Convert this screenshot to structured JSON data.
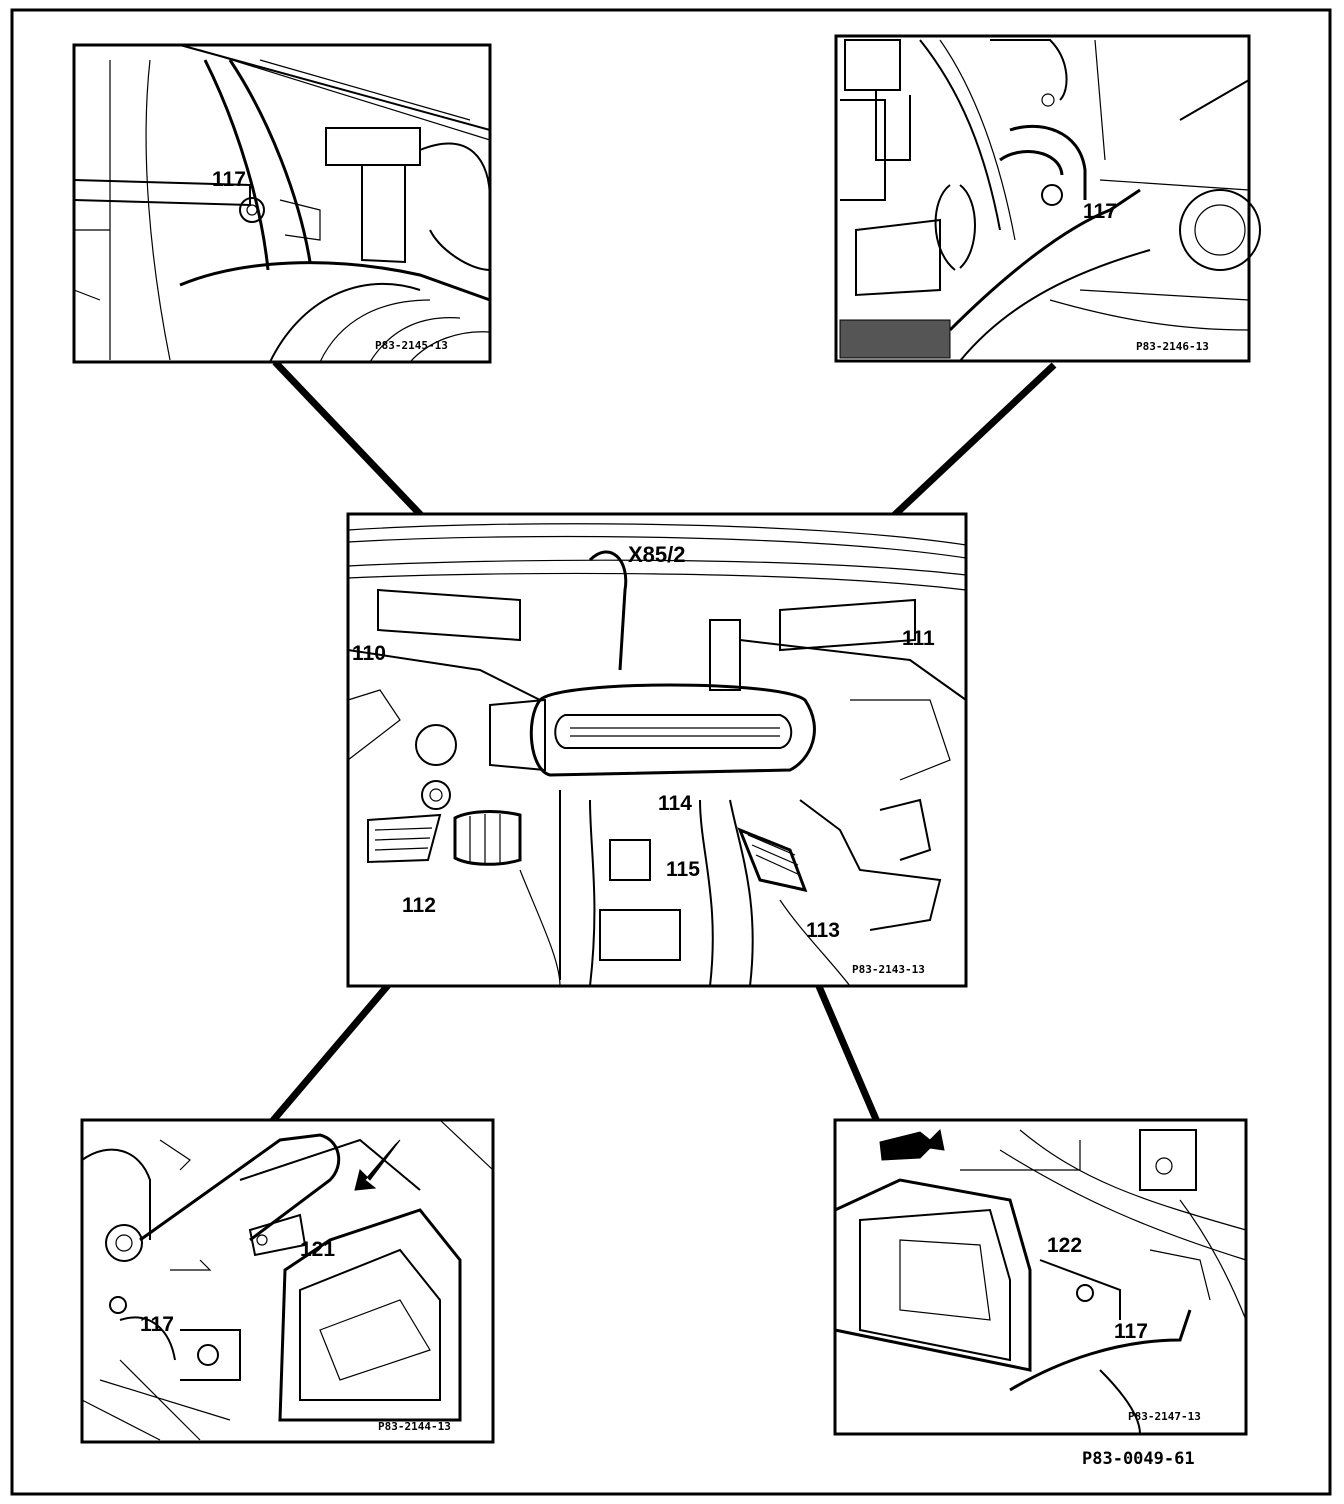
{
  "figure_code": "P83-0049-61",
  "panels": {
    "top_left": {
      "code": "P83-2145-13",
      "callouts": [
        "117"
      ]
    },
    "top_right": {
      "code": "P83-2146-13",
      "callouts": [
        "117"
      ]
    },
    "center": {
      "code": "P83-2143-13",
      "callouts": [
        "X85/2",
        "110",
        "111",
        "112",
        "113",
        "114",
        "115"
      ]
    },
    "bottom_left": {
      "code": "P83-2144-13",
      "callouts": [
        "121",
        "117"
      ]
    },
    "bottom_right": {
      "code": "P83-2147-13",
      "callouts": [
        "122",
        "117"
      ]
    }
  }
}
